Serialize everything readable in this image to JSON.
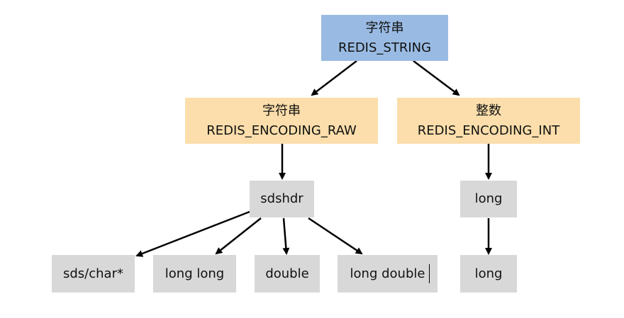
{
  "nodes": {
    "redis_string": {
      "line1": "字符串",
      "line2": "REDIS_STRING",
      "fill": "#99bbe3"
    },
    "encoding_raw": {
      "line1": "字符串",
      "line2": "REDIS_ENCODING_RAW",
      "fill": "#fbdeab"
    },
    "encoding_int": {
      "line1": "整数",
      "line2": "REDIS_ENCODING_INT",
      "fill": "#fbdeab"
    },
    "sdshdr": {
      "label": "sdshdr",
      "fill": "#d8d8d8"
    },
    "long_top": {
      "label": "long",
      "fill": "#d8d8d8"
    },
    "sds_char": {
      "label": "sds/char*",
      "fill": "#d8d8d8"
    },
    "long_long": {
      "label": "long long",
      "fill": "#d8d8d8"
    },
    "double": {
      "label": "double",
      "fill": "#d8d8d8"
    },
    "long_double": {
      "label": "long double",
      "fill": "#d8d8d8"
    },
    "long_bottom": {
      "label": "long",
      "fill": "#d8d8d8"
    }
  },
  "edges": [
    {
      "from": "redis_string",
      "to": "encoding_raw"
    },
    {
      "from": "redis_string",
      "to": "encoding_int"
    },
    {
      "from": "encoding_raw",
      "to": "sdshdr"
    },
    {
      "from": "encoding_int",
      "to": "long_top"
    },
    {
      "from": "sdshdr",
      "to": "sds_char"
    },
    {
      "from": "sdshdr",
      "to": "long_long"
    },
    {
      "from": "sdshdr",
      "to": "double"
    },
    {
      "from": "sdshdr",
      "to": "long_double"
    },
    {
      "from": "long_top",
      "to": "long_bottom"
    }
  ],
  "edge_color": "#000000"
}
